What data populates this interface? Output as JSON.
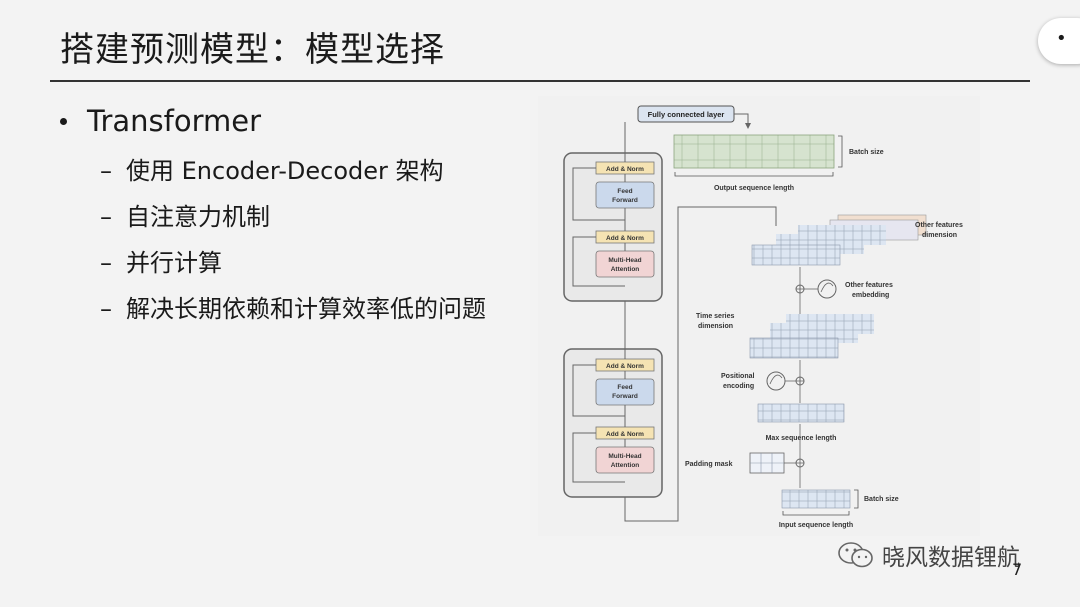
{
  "slide": {
    "title": "搭建预测模型：模型选择",
    "bullet_main": "Transformer",
    "sub_bullets": [
      "使用 Encoder-Decoder 架构",
      "自注意力机制",
      "并行计算",
      "解决长期依赖和计算效率低的问题"
    ],
    "page_number": "7",
    "watermark": "晓风数据锂航",
    "corner_glyph": "•"
  },
  "diagram": {
    "fully_connected": "Fully connected layer",
    "add_norm": "Add & Norm",
    "feed_forward_1": "Feed",
    "feed_forward_2": "Forward",
    "mha_1": "Multi-Head",
    "mha_2": "Attention",
    "batch_size": "Batch size",
    "output_seq": "Output sequence length",
    "other_features_1": "Other features",
    "other_features_2": "dimension",
    "embedding_1": "Other features",
    "embedding_2": "embedding",
    "time_series_1": "Time series",
    "time_series_2": "dimension",
    "positional_1": "Positional",
    "positional_2": "encoding",
    "max_seq": "Max sequence length",
    "padding_mask": "Padding mask",
    "input_seq": "Input sequence length"
  }
}
